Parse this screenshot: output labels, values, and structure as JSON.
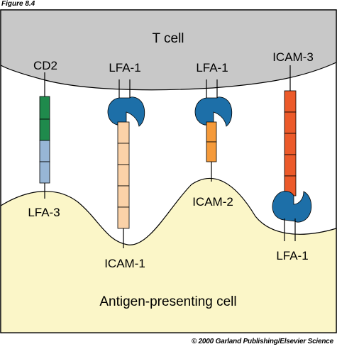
{
  "figure_label": "Figure 8.4",
  "copyright": "© 2000 Garland Publishing/Elsevier Science",
  "cells": {
    "t_cell": "T cell",
    "apc": "Antigen-presenting cell"
  },
  "molecules": {
    "cd2": "CD2",
    "lfa3": "LFA-3",
    "lfa1_a": "LFA-1",
    "icam1": "ICAM-1",
    "lfa1_b": "LFA-1",
    "icam2": "ICAM-2",
    "icam3": "ICAM-3",
    "lfa1_c": "LFA-1"
  },
  "colors": {
    "t_cell_fill": "#c8c8c8",
    "apc_fill": "#fbf6c8",
    "lfa1_blue": "#1d6fa8",
    "icam1": "#fbd2a8",
    "icam2": "#f59a3a",
    "icam3": "#ec5a2a",
    "cd2": "#1f8a4c",
    "lfa3": "#97b6d6"
  }
}
